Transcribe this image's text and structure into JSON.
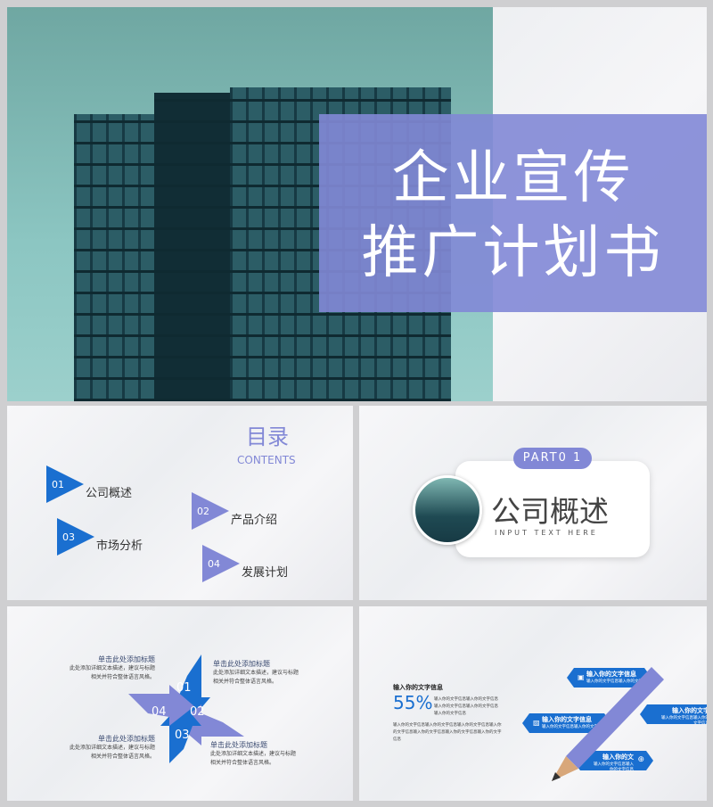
{
  "slide1": {
    "title_line1": "企业宣传",
    "title_line2": "推广计划书"
  },
  "slide2": {
    "title": "目录",
    "subtitle": "CONTENTS",
    "items": [
      {
        "num": "01",
        "label": "公司概述"
      },
      {
        "num": "02",
        "label": "产品介绍"
      },
      {
        "num": "03",
        "label": "市场分析"
      },
      {
        "num": "04",
        "label": "发展计划"
      }
    ],
    "colors": {
      "blue": "#1a6fd0",
      "purple": "#8288d6"
    }
  },
  "slide3": {
    "part": "PART0 1",
    "title": "公司概述",
    "subtitle": "INPUT TEXT HERE"
  },
  "slide4": {
    "blocks": [
      {
        "title": "单击此处添加标题",
        "text": "此处添加详细文本描述，建议与标题相关并符合整体语言风格。"
      },
      {
        "title": "单击此处添加标题",
        "text": "此处添加详细文本描述，建议与标题相关并符合整体语言风格。"
      },
      {
        "title": "单击此处添加标题",
        "text": "此处添加详细文本描述，建议与标题相关并符合整体语言风格。"
      },
      {
        "title": "单击此处添加标题",
        "text": "此处添加详细文本描述，建议与标题相关并符合整体语言风格。"
      }
    ],
    "nums": [
      "01",
      "02",
      "03",
      "04"
    ]
  },
  "slide5": {
    "heading": "输入你的文字信息",
    "percent": "55%",
    "para1": "输入你的文字信息输入你的文字信息输入你的文字信息输入你的文字信息输入你的文字信息",
    "para2": "输入你的文字信息输入你的文字信息输入你的文字信息输入你的文字信息输入你的文字信息输入你的文字信息输入你的文字信息",
    "tags": [
      {
        "title": "输入你的文字信息",
        "text": "输入你的文字信息输入你的文字信息",
        "icon": "wallet-icon"
      },
      {
        "title": "输入你的文字",
        "text": "输入你的文字信息输入你的文字信息",
        "icon": "sliders-icon"
      },
      {
        "title": "输入你的文字信息",
        "text": "输入你的文字信息输入你的文字信息",
        "icon": "image-icon"
      },
      {
        "title": "输入你的文",
        "text": "输入你的文字信息输入你的文字信息",
        "icon": "globe-icon"
      }
    ]
  }
}
